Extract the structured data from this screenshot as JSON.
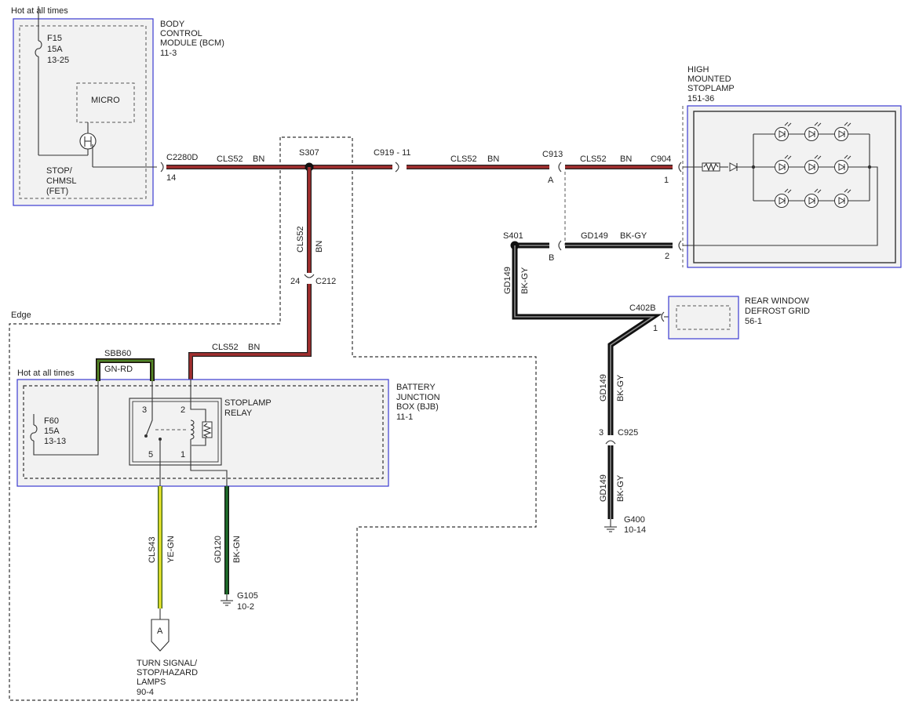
{
  "modules": {
    "bcm": {
      "hot": "Hot at all times",
      "fuse": "F15",
      "fuse_rating": "15A",
      "fuse_ref": "13-25",
      "micro": "MICRO",
      "fet_line1": "STOP/",
      "fet_line2": "CHMSL",
      "fet_line3": "(FET)",
      "name_line1": "BODY",
      "name_line2": "CONTROL",
      "name_line3": "MODULE (BCM)",
      "ref": "11-3"
    },
    "hmsl": {
      "name_line1": "HIGH",
      "name_line2": "MOUNTED",
      "name_line3": "STOPLAMP",
      "ref": "151-36"
    },
    "defrost": {
      "name_line1": "REAR WINDOW",
      "name_line2": "DEFROST GRID",
      "ref": "56-1"
    },
    "bjb": {
      "hot": "Hot at all times",
      "fuse": "F60",
      "fuse_rating": "15A",
      "fuse_ref": "13-13",
      "name_line1": "BATTERY",
      "name_line2": "JUNCTION",
      "name_line3": "BOX (BJB)",
      "ref": "11-1",
      "relay_line1": "STOPLAMP",
      "relay_line2": "RELAY",
      "pin3": "3",
      "pin2": "2",
      "pin5": "5",
      "pin1": "1"
    }
  },
  "region": {
    "edge": "Edge"
  },
  "connectors": {
    "c2280d": {
      "name": "C2280D",
      "pin": "14"
    },
    "s307": "S307",
    "c919": "C919 - 11",
    "c913": {
      "name": "C913",
      "pin": "A"
    },
    "c904": {
      "name": "C904",
      "pin1": "1",
      "pin2": "2"
    },
    "s401": "S401",
    "b_pin": "B",
    "c212": {
      "name": "C212",
      "pin": "24"
    },
    "c402b": {
      "name": "C402B",
      "pin": "1"
    },
    "c925": {
      "name": "C925",
      "pin": "3"
    },
    "sbb60": "SBB60"
  },
  "wires": {
    "cls52": "CLS52",
    "bn": "BN",
    "gd149": "GD149",
    "bk_gy": "BK-GY",
    "gn_rd": "GN-RD",
    "cls43": "CLS43",
    "ye_gn": "YE-GN",
    "gd120": "GD120",
    "bk_gn": "BK-GN"
  },
  "grounds": {
    "g105": {
      "name": "G105",
      "ref": "10-2"
    },
    "g400": {
      "name": "G400",
      "ref": "10-14"
    }
  },
  "turn_signal": {
    "tag": "A",
    "line1": "TURN SIGNAL/",
    "line2": "STOP/HAZARD",
    "line3": "LAMPS",
    "ref": "90-4"
  },
  "colors": {
    "bn": "#a22e2e",
    "gn": "#1f6d2a",
    "ye": "#e6e32c",
    "module_outline": "#3b3bd0"
  }
}
